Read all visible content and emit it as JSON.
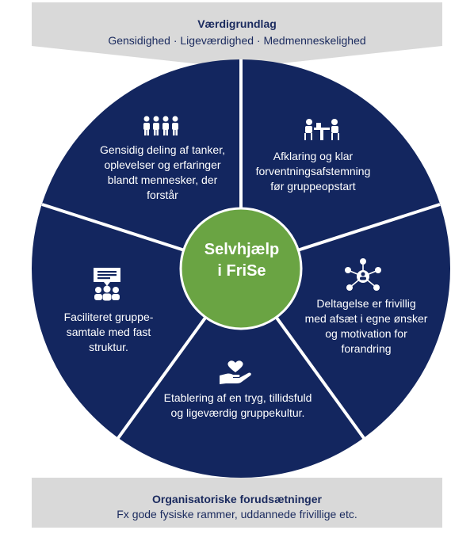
{
  "top_banner": {
    "title": "Værdigrundlag",
    "subtitle": "Gensidighed · Ligeværdighed · Medmenneskelighed"
  },
  "center": {
    "line1": "Selvhjælp",
    "line2": "i FriSe"
  },
  "segments": [
    {
      "icon": "group-people-icon",
      "text": "Gensidig deling af tanker, oplevelser og erfaringer blandt mennesker, der forstår"
    },
    {
      "icon": "meeting-table-icon",
      "text": "Afklaring og klar forventningsafstemning før gruppeopstart"
    },
    {
      "icon": "network-person-icon",
      "text": "Deltagelse er frivillig med afsæt i egne ønsker og motivation for forandring"
    },
    {
      "icon": "heart-hand-icon",
      "text": "Etablering af en tryg, tillidsfuld og ligeværdig gruppekultur."
    },
    {
      "icon": "presentation-group-icon",
      "text": "Faciliteret gruppe-samtale med fast struktur."
    }
  ],
  "bottom_banner": {
    "title": "Organisatoriske forudsætninger",
    "subtitle": "Fx gode fysiske rammer, uddannede frivillige etc."
  },
  "colors": {
    "navy": "#13265f",
    "green": "#6aa443",
    "banner_gray": "#d9d9d9",
    "text_dark": "#1a2a5e"
  }
}
